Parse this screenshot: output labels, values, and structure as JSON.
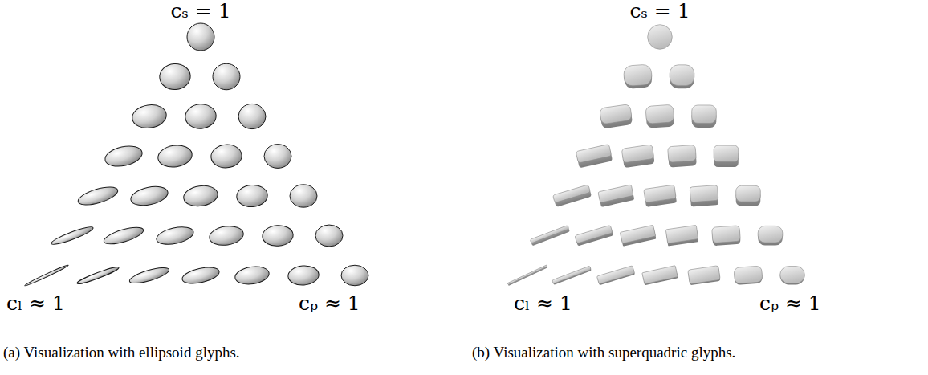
{
  "diagram": {
    "labels": [
      "cₛ = 1",
      "cₗ ≈ 1",
      "cₚ ≈ 1",
      "(a) Visualization with ellipsoid glyphs.",
      "cₛ = 1",
      "cₗ ≈ 1",
      "cₚ ≈ 1",
      "(b) Visualization with superquadric glyphs."
    ]
  }
}
